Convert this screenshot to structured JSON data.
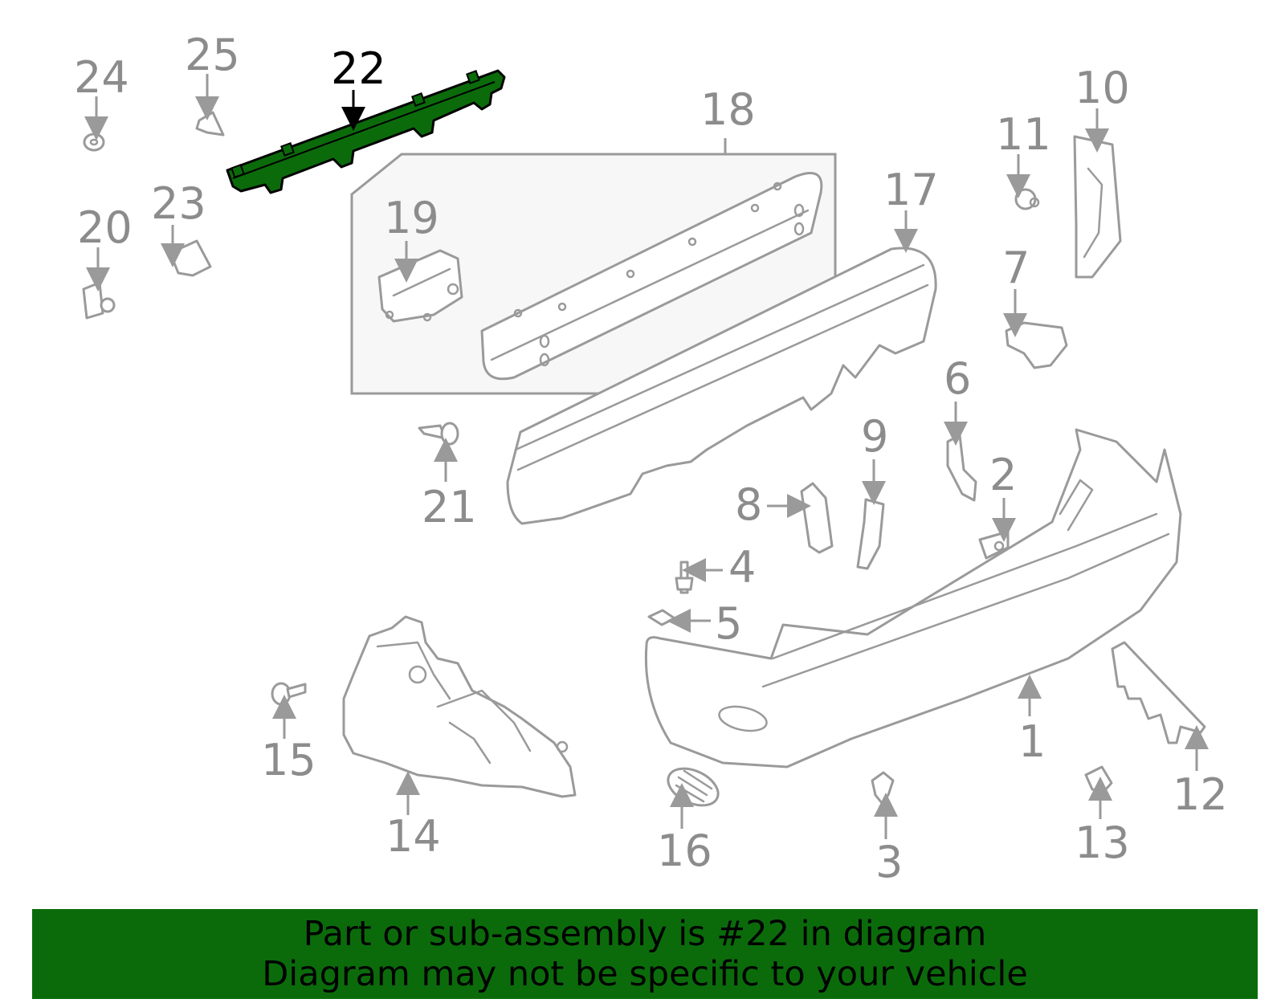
{
  "diagram": {
    "highlight_part": "22",
    "highlight_color": "#0b6b0b",
    "callouts": [
      "1",
      "2",
      "3",
      "4",
      "5",
      "6",
      "7",
      "8",
      "9",
      "10",
      "11",
      "12",
      "13",
      "14",
      "15",
      "16",
      "17",
      "18",
      "19",
      "20",
      "21",
      "22",
      "23",
      "24",
      "25"
    ]
  },
  "banner": {
    "background_color": "#0b6b0b",
    "line1": "Part or sub-assembly is #22 in diagram",
    "line2": "Diagram may not be specific to your vehicle"
  }
}
